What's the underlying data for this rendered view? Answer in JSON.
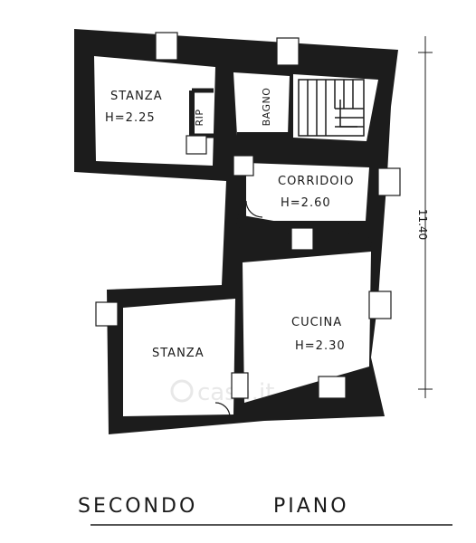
{
  "floor_title": {
    "left": "SECONDO",
    "right": "PIANO"
  },
  "rooms": {
    "stanza_top": {
      "name": "STANZA",
      "height": "H=2.25"
    },
    "rip": {
      "name": "RIP"
    },
    "bagno": {
      "name": "BAGNO"
    },
    "corridoio": {
      "name": "CORRIDOIO",
      "height": "H=2.60"
    },
    "cucina": {
      "name": "CUCINA",
      "height": "H=2.30"
    },
    "stanza_bottom": {
      "name": "STANZA"
    }
  },
  "dimension": {
    "total_length": "11.40"
  },
  "watermark": {
    "text": "casa.it"
  },
  "colors": {
    "wall": "#1c1c1c",
    "paper": "#ffffff",
    "ink": "#1a1a1a"
  }
}
